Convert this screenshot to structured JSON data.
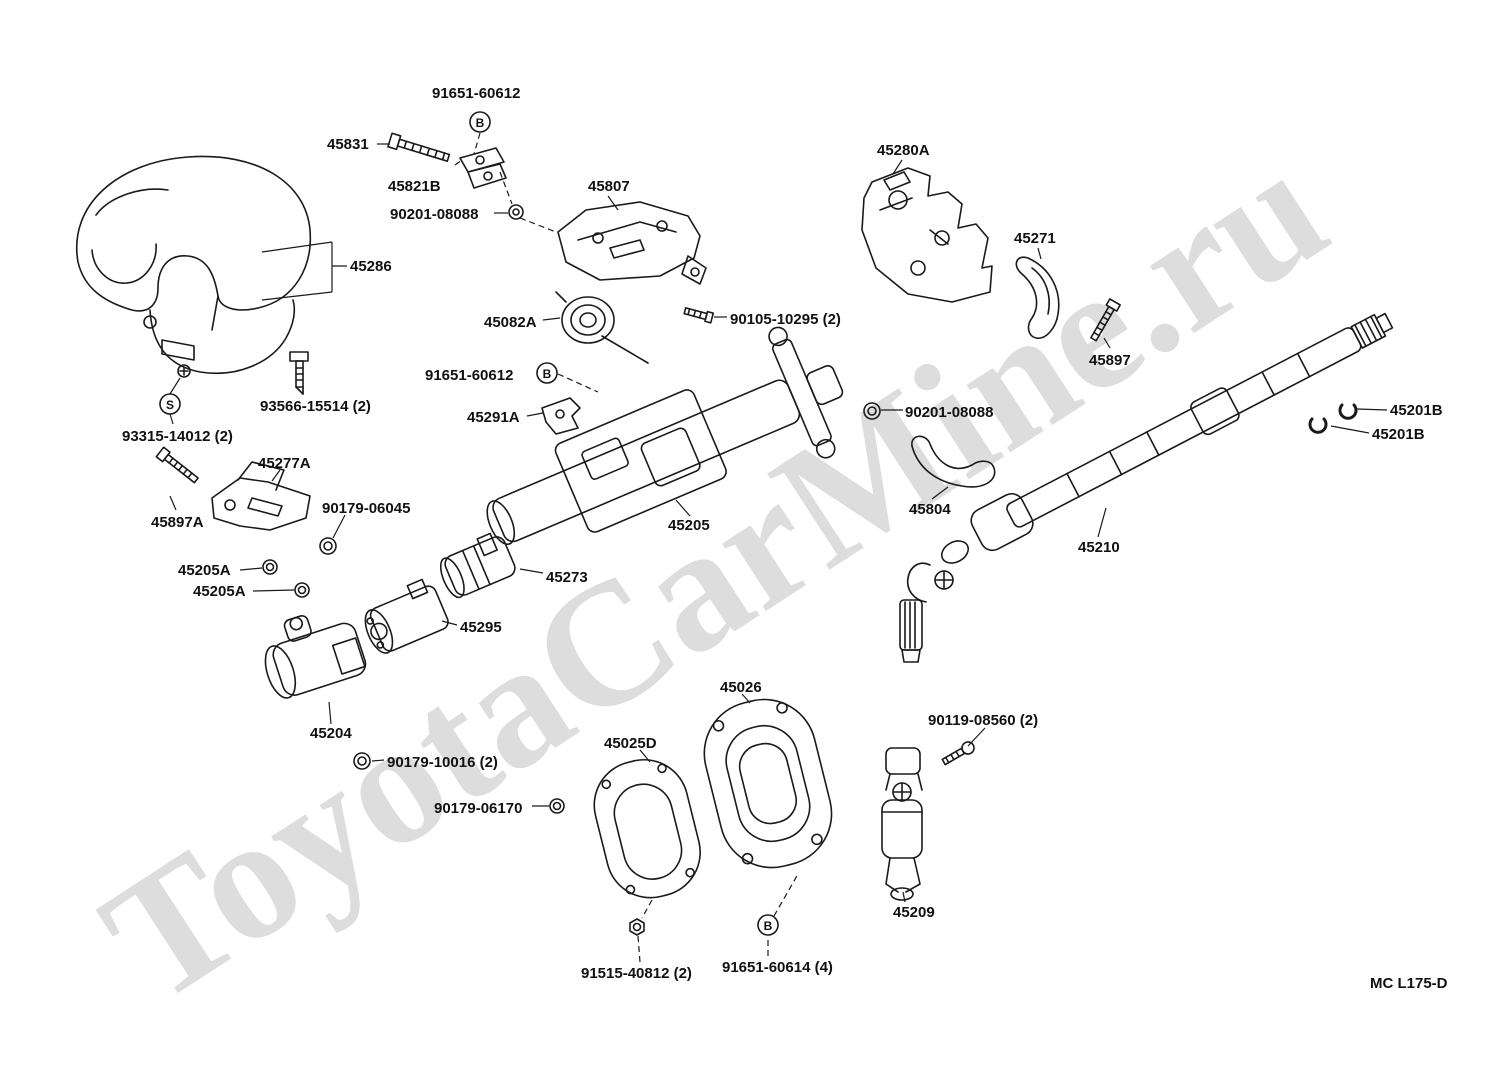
{
  "diagram": {
    "watermark": "ToyotaCarMine.ru",
    "footer_code": "MC L175-D",
    "callouts": {
      "b": "B",
      "s": "S"
    },
    "labels": {
      "l_91651_60612_a": "91651-60612",
      "l_45831": "45831",
      "l_45821b": "45821B",
      "l_90201_08088_a": "90201-08088",
      "l_45807": "45807",
      "l_45280a": "45280A",
      "l_45271": "45271",
      "l_45286": "45286",
      "l_45082a": "45082A",
      "l_90105_10295": "90105-10295 (2)",
      "l_45897": "45897",
      "l_91651_60612_b": "91651-60612",
      "l_93566_15514": "93566-15514 (2)",
      "l_93315_14012": "93315-14012 (2)",
      "l_45291a": "45291A",
      "l_90201_08088_b": "90201-08088",
      "l_45201b_a": "45201B",
      "l_45201b_b": "45201B",
      "l_45277a": "45277A",
      "l_90179_06045": "90179-06045",
      "l_45897a": "45897A",
      "l_45804": "45804",
      "l_45205": "45205",
      "l_45210": "45210",
      "l_45205a_a": "45205A",
      "l_45205a_b": "45205A",
      "l_45273": "45273",
      "l_45295": "45295",
      "l_45026": "45026",
      "l_45204": "45204",
      "l_90119_08560": "90119-08560 (2)",
      "l_45025d": "45025D",
      "l_90179_10016": "90179-10016 (2)",
      "l_90179_06170": "90179-06170",
      "l_45209": "45209",
      "l_91515_40812": "91515-40812 (2)",
      "l_91651_60614": "91651-60614 (4)"
    }
  }
}
